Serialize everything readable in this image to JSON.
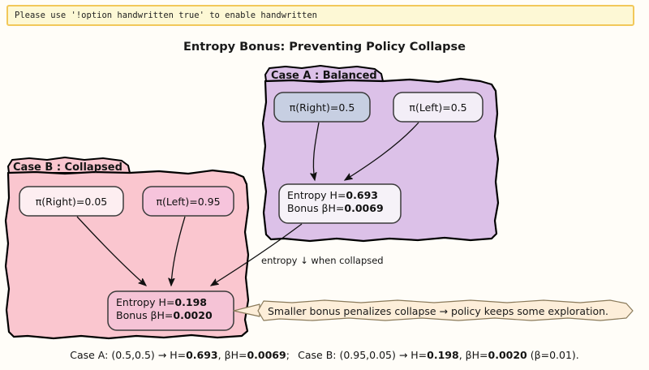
{
  "banner": {
    "message": "Please use '!option handwritten true' to enable handwritten",
    "bg": "#fdf8d5",
    "border": "#f2c85a"
  },
  "title": "Entropy Bonus: Preventing Policy Collapse",
  "page_bg": "#fffdf8",
  "groups": [
    {
      "id": "case-a",
      "label": "Case A : Balanced",
      "fill": "#dcc1e8",
      "stroke": "#000000"
    },
    {
      "id": "case-b",
      "label": "Case B : Collapsed",
      "fill": "#fac6cf",
      "stroke": "#000000"
    }
  ],
  "nodes": [
    {
      "id": "a-right",
      "label": "π(Right)=0.5",
      "fill": "#c7cfe2",
      "stroke": "#333333",
      "group": "case-a"
    },
    {
      "id": "a-left",
      "label": "π(Left)=0.5",
      "fill": "#f3eef7",
      "stroke": "#333333",
      "group": "case-a"
    },
    {
      "id": "a-entropy",
      "line1_pre": "Entropy H=",
      "line1_val": "0.693",
      "line2_pre": "Bonus βH=",
      "line2_val": "0.0069",
      "fill": "#f6f2f8",
      "stroke": "#333333",
      "group": "case-a"
    },
    {
      "id": "b-right",
      "label": "π(Right)=0.05",
      "fill": "#fdeef1",
      "stroke": "#333333",
      "group": "case-b"
    },
    {
      "id": "b-left",
      "label": "π(Left)=0.95",
      "fill": "#f6c4dc",
      "stroke": "#333333",
      "group": "case-b"
    },
    {
      "id": "b-entropy",
      "line1_pre": "Entropy H=",
      "line1_val": "0.198",
      "line2_pre": "Bonus βH=",
      "line2_val": "0.0020",
      "fill": "#f5c3d6",
      "stroke": "#333333",
      "group": "case-b"
    }
  ],
  "edges": [
    {
      "id": "e-a-right",
      "from": "a-right",
      "to": "a-entropy",
      "label": ""
    },
    {
      "id": "e-a-left",
      "from": "a-left",
      "to": "a-entropy",
      "label": ""
    },
    {
      "id": "e-b-right",
      "from": "b-right",
      "to": "b-entropy",
      "label": ""
    },
    {
      "id": "e-b-left",
      "from": "b-left",
      "to": "b-entropy",
      "label": ""
    },
    {
      "id": "e-cross",
      "from": "a-entropy",
      "to": "b-entropy",
      "label": "entropy ↓ when collapsed"
    }
  ],
  "note": {
    "text": "Smaller bonus penalizes collapse → policy keeps some exploration.",
    "fill": "#fdeed9",
    "stroke": "#8a7a5a"
  },
  "caption": {
    "p1": "Case A: (0.5,0.5) → H=",
    "v1": "0.693",
    "p2": ", βH=",
    "v2": "0.0069",
    "p3": ";  Case B: (0.95,0.05) → H=",
    "v3": "0.198",
    "p4": ", βH=",
    "v4": "0.0020",
    "p5": " (β=0.01)."
  }
}
